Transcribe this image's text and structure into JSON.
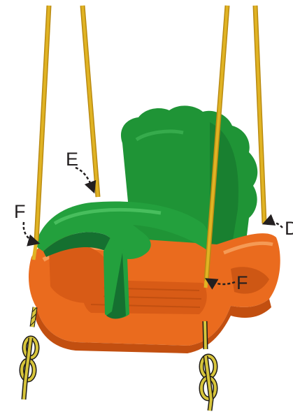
{
  "callouts": {
    "e": "E",
    "f_left": "F",
    "f_center": "F",
    "right_partial": "D"
  },
  "colors": {
    "rope": "#e0b323",
    "rope_shadow": "#b98a12",
    "seat": "#ea6b1e",
    "seat_shadow": "#c24f10",
    "seat_highlight": "#f59a55",
    "backrest": "#1f9436",
    "backrest_shadow": "#12692a",
    "guard": "#23a03d",
    "guard_shadow": "#157030",
    "chain_cord": "#d7c53b",
    "chain_outline": "#1d1a17"
  },
  "icons": {
    "arrow": "curved-dashed-arrow"
  }
}
